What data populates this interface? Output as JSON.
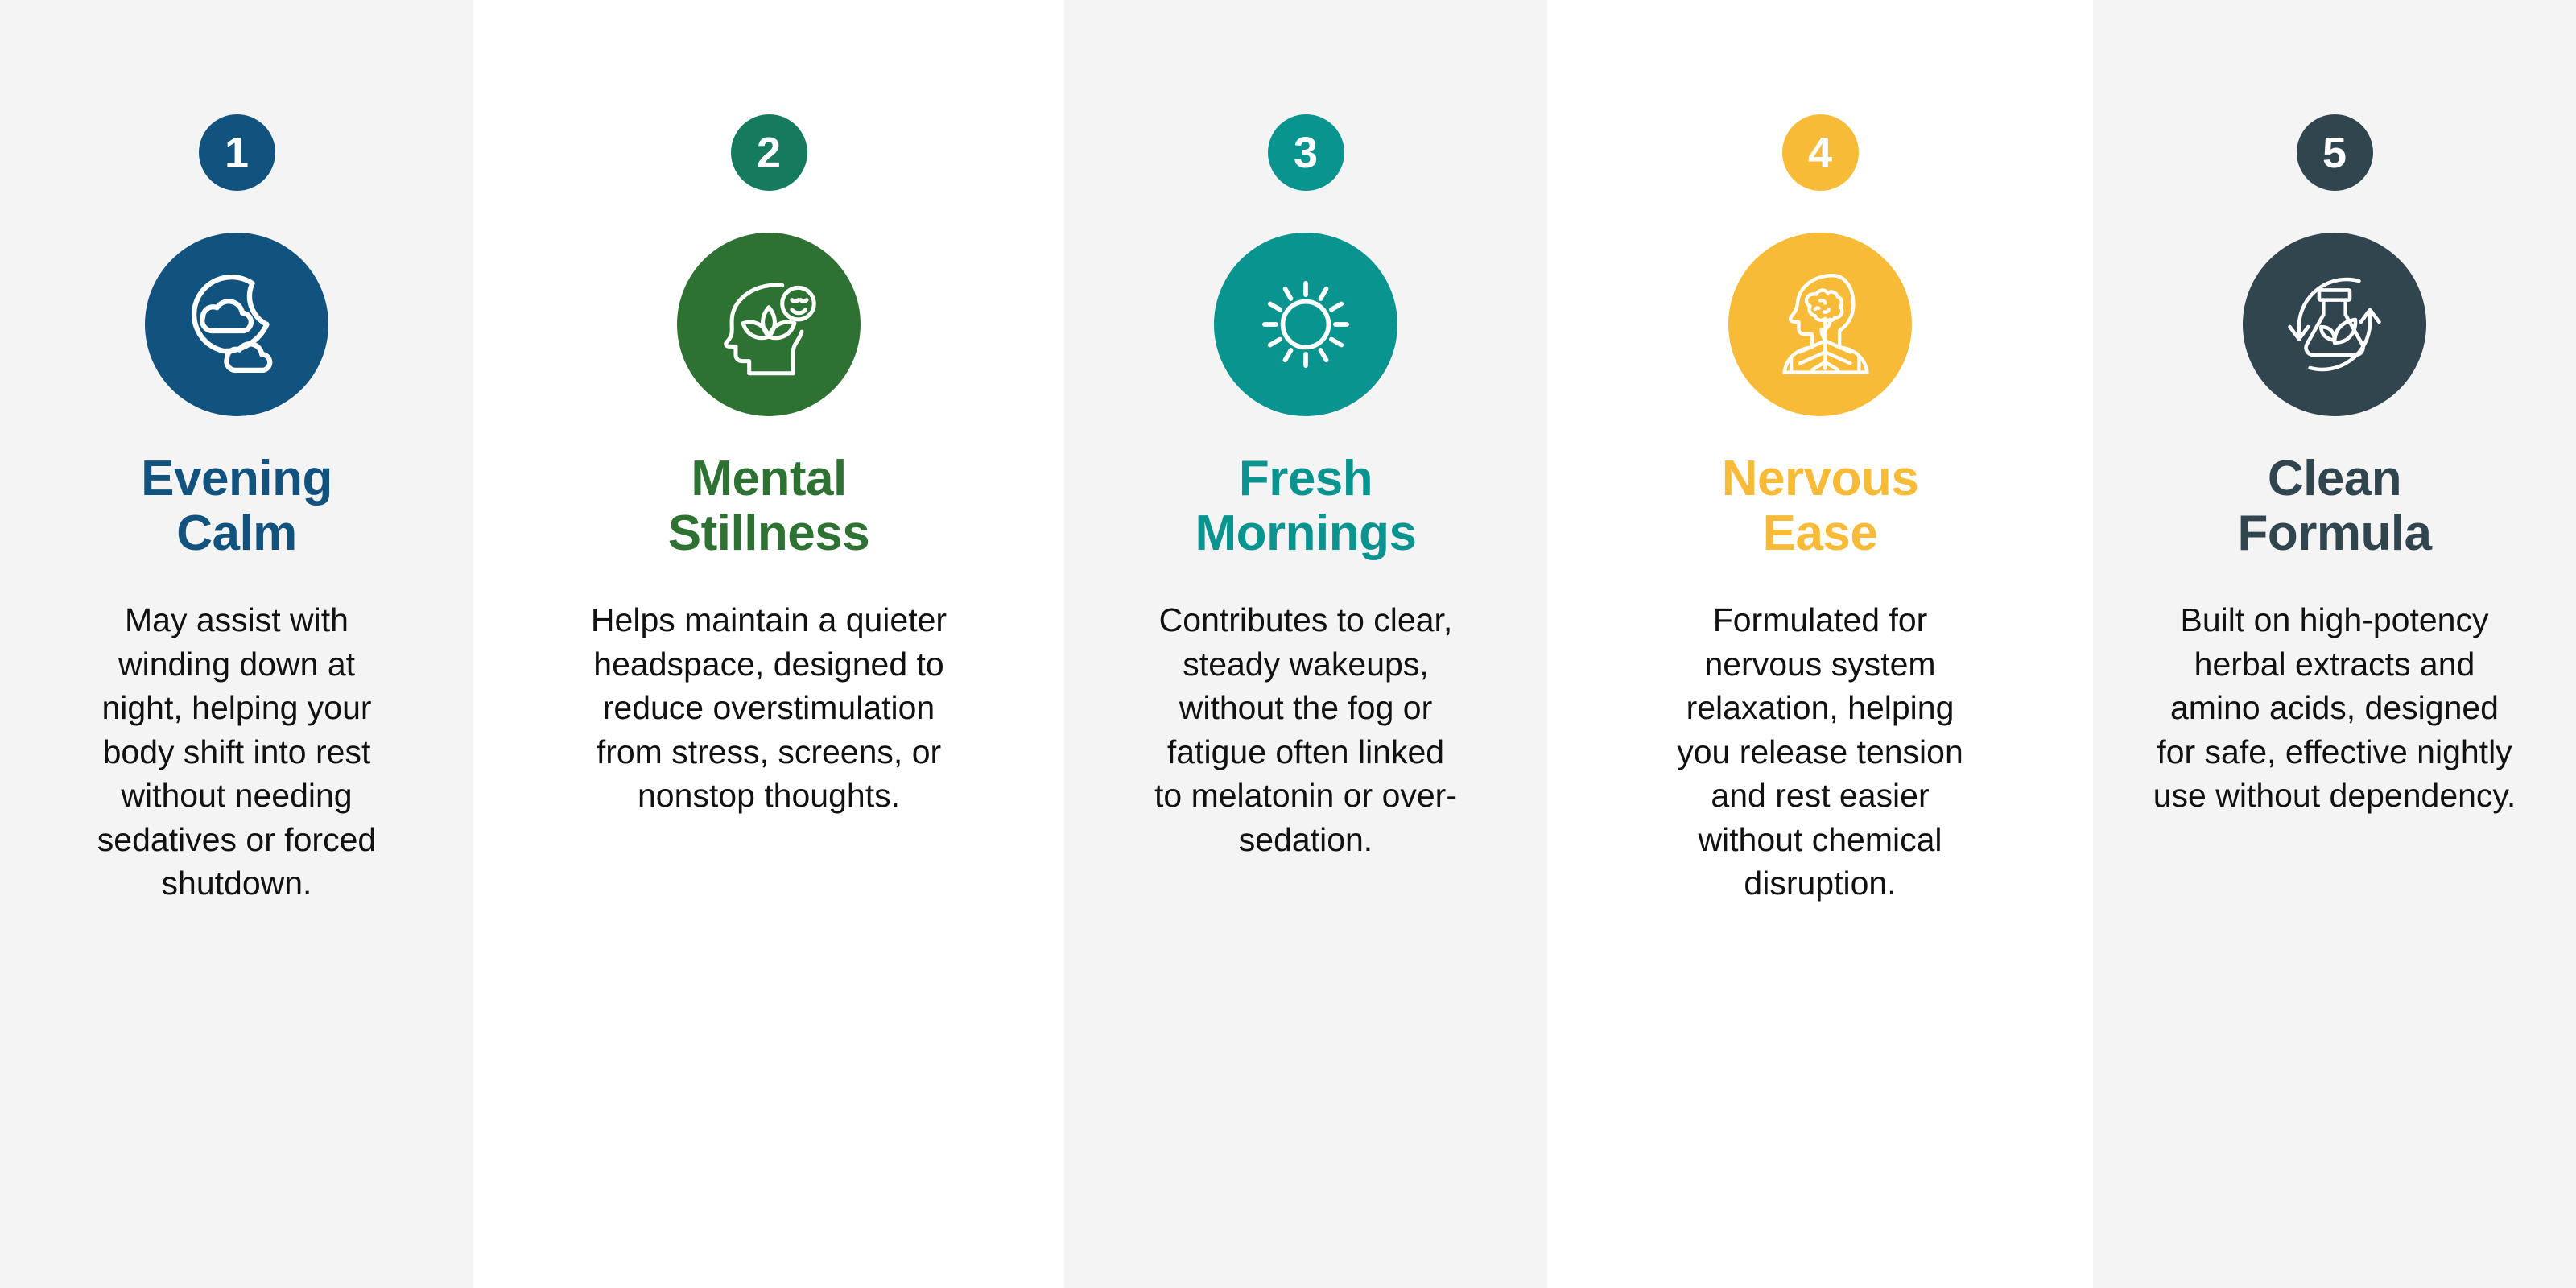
{
  "layout": {
    "columns": 5,
    "background_tint": "#f4f4f4",
    "background_plain": "#ffffff",
    "body_text_color": "#111111"
  },
  "columns": [
    {
      "number": "1",
      "badge_color": "#12527f",
      "disc_color": "#12527f",
      "title_color": "#12527f",
      "icon": "moon-clouds-icon",
      "title": "Evening Calm",
      "body": "May assist with winding down at night, helping your body shift into rest without needing sedatives or forced shutdown."
    },
    {
      "number": "2",
      "badge_color": "#157a5e",
      "disc_color": "#2d7232",
      "title_color": "#2d7232",
      "icon": "head-lotus-smile-icon",
      "title": "Mental Stillness",
      "body": "Helps maintain a quieter headspace, designed to reduce overstimulation from stress, screens, or nonstop thoughts."
    },
    {
      "number": "3",
      "badge_color": "#0a9490",
      "disc_color": "#0a9490",
      "title_color": "#0a9490",
      "icon": "sun-icon",
      "title": "Fresh Mornings",
      "body": "Contributes to clear, steady wakeups, without the fog or fatigue often linked to melatonin or over-sedation."
    },
    {
      "number": "4",
      "badge_color": "#f8bb38",
      "disc_color": "#f8bb38",
      "title_color": "#f8bb38",
      "icon": "nervous-system-head-icon",
      "title": "Nervous Ease",
      "body": "Formulated for nervous system relaxation, helping you release tension and rest easier without chemical disruption."
    },
    {
      "number": "5",
      "badge_color": "#31454f",
      "disc_color": "#31454f",
      "title_color": "#31454f",
      "icon": "flask-leaf-recycle-icon",
      "title": "Clean Formula",
      "body": "Built on high-potency herbal extracts and amino acids, designed for safe, effective nightly use without dependency."
    }
  ]
}
